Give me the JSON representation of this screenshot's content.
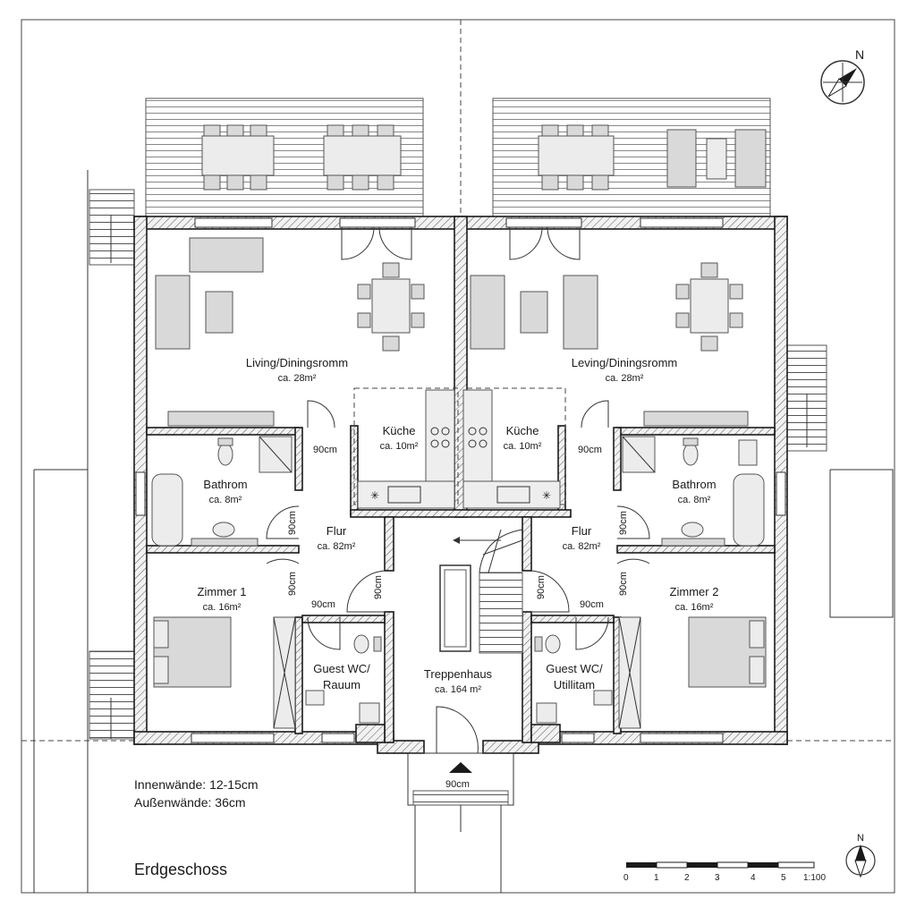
{
  "plan_title": "Erdgeschoss",
  "notes": {
    "inner_walls": "Innenwände: 12-15cm",
    "outer_walls": "Außenwände: 36cm"
  },
  "rooms": {
    "left_living": {
      "name": "Living/Diningsromm",
      "area": "ca. 28m²"
    },
    "right_living": {
      "name": "Leving/Diningsromm",
      "area": "ca. 28m²"
    },
    "left_kitchen": {
      "name": "Küche",
      "area": "ca. 10m²"
    },
    "right_kitchen": {
      "name": "Küche",
      "area": "ca. 10m²"
    },
    "left_bath": {
      "name": "Bathrom",
      "area": "ca. 8m²"
    },
    "right_bath": {
      "name": "Bathrom",
      "area": "ca. 8m²"
    },
    "left_hall": {
      "name": "Flur",
      "area": "ca. 82m²"
    },
    "right_hall": {
      "name": "Flur",
      "area": "ca. 82m²"
    },
    "left_room": {
      "name": "Zimmer 1",
      "area": "ca. 16m²"
    },
    "right_room": {
      "name": "Zimmer 2",
      "area": "ca. 16m²"
    },
    "left_wc_line1": "Guest WC/",
    "left_wc_line2": "Rauum",
    "right_wc_line1": "Guest WC/",
    "right_wc_line2": "Utillitam",
    "stair": {
      "name": "Treppenhaus",
      "area": "ca. 164 m²"
    }
  },
  "door_widths": {
    "d1": "90cm",
    "d2": "90cm",
    "d3": "90cm",
    "d4": "90cm",
    "d5": "90cm",
    "d6": "90cm",
    "d7": "90cm",
    "d8": "90cm",
    "d9": "90cm",
    "d10": "90cm",
    "entry": "90cm"
  },
  "north_labels": {
    "top": "N",
    "bottom": "N"
  },
  "scale_bar": {
    "ticks": [
      "0",
      "1",
      "2",
      "3",
      "4",
      "5"
    ],
    "ratio": "1:100"
  }
}
